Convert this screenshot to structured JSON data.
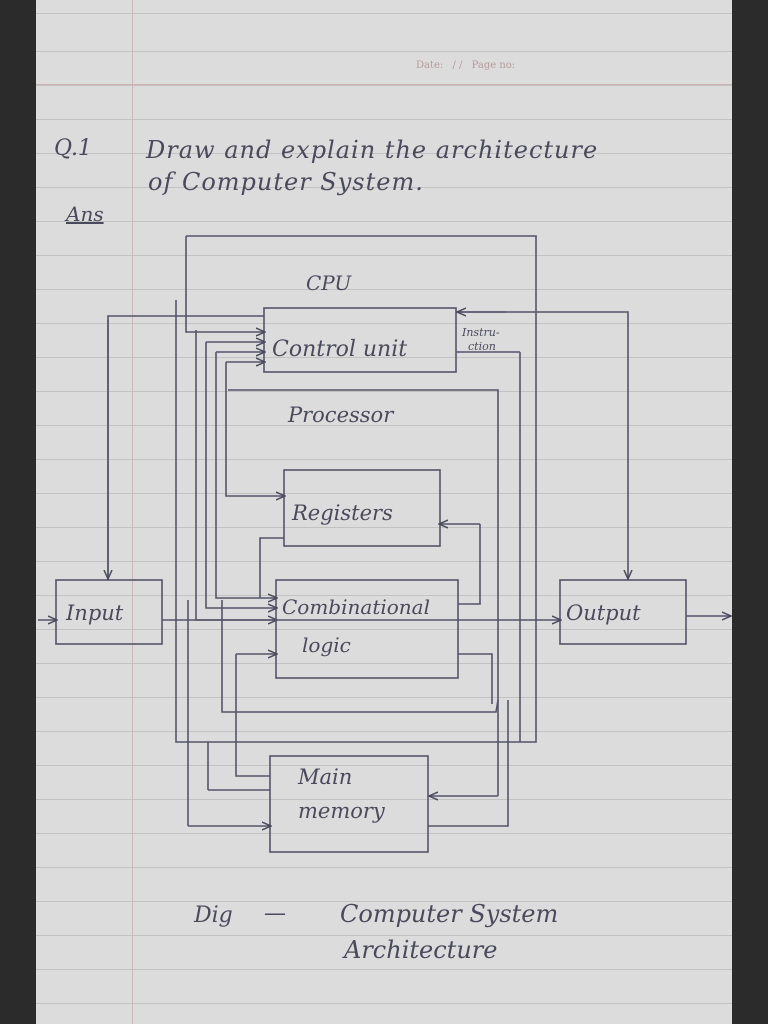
{
  "header": {
    "date_label": "Date:",
    "date_value": "/ /",
    "page_label": "Page no:"
  },
  "question": {
    "number": "Q.1",
    "line1": "Draw and explain the architecture",
    "line2": "of Computer System."
  },
  "answer_label": "Ans",
  "diagram": {
    "cpu_label": "CPU",
    "processor_label": "Processor",
    "control_unit": "Control unit",
    "instruction_label_1": "Instru-",
    "instruction_label_2": "ction",
    "registers": "Registers",
    "combinational_1": "Combinational",
    "combinational_2": "logic",
    "input": "Input",
    "output": "Output",
    "main_memory_1": "Main",
    "main_memory_2": "memory"
  },
  "caption": {
    "dig_label": "Dig",
    "dash": "—",
    "line1": "Computer System",
    "line2": "Architecture"
  },
  "colors": {
    "paper": "#dcdcdc",
    "ink": "#4a4a5c",
    "rule": "#c2c2c2"
  }
}
